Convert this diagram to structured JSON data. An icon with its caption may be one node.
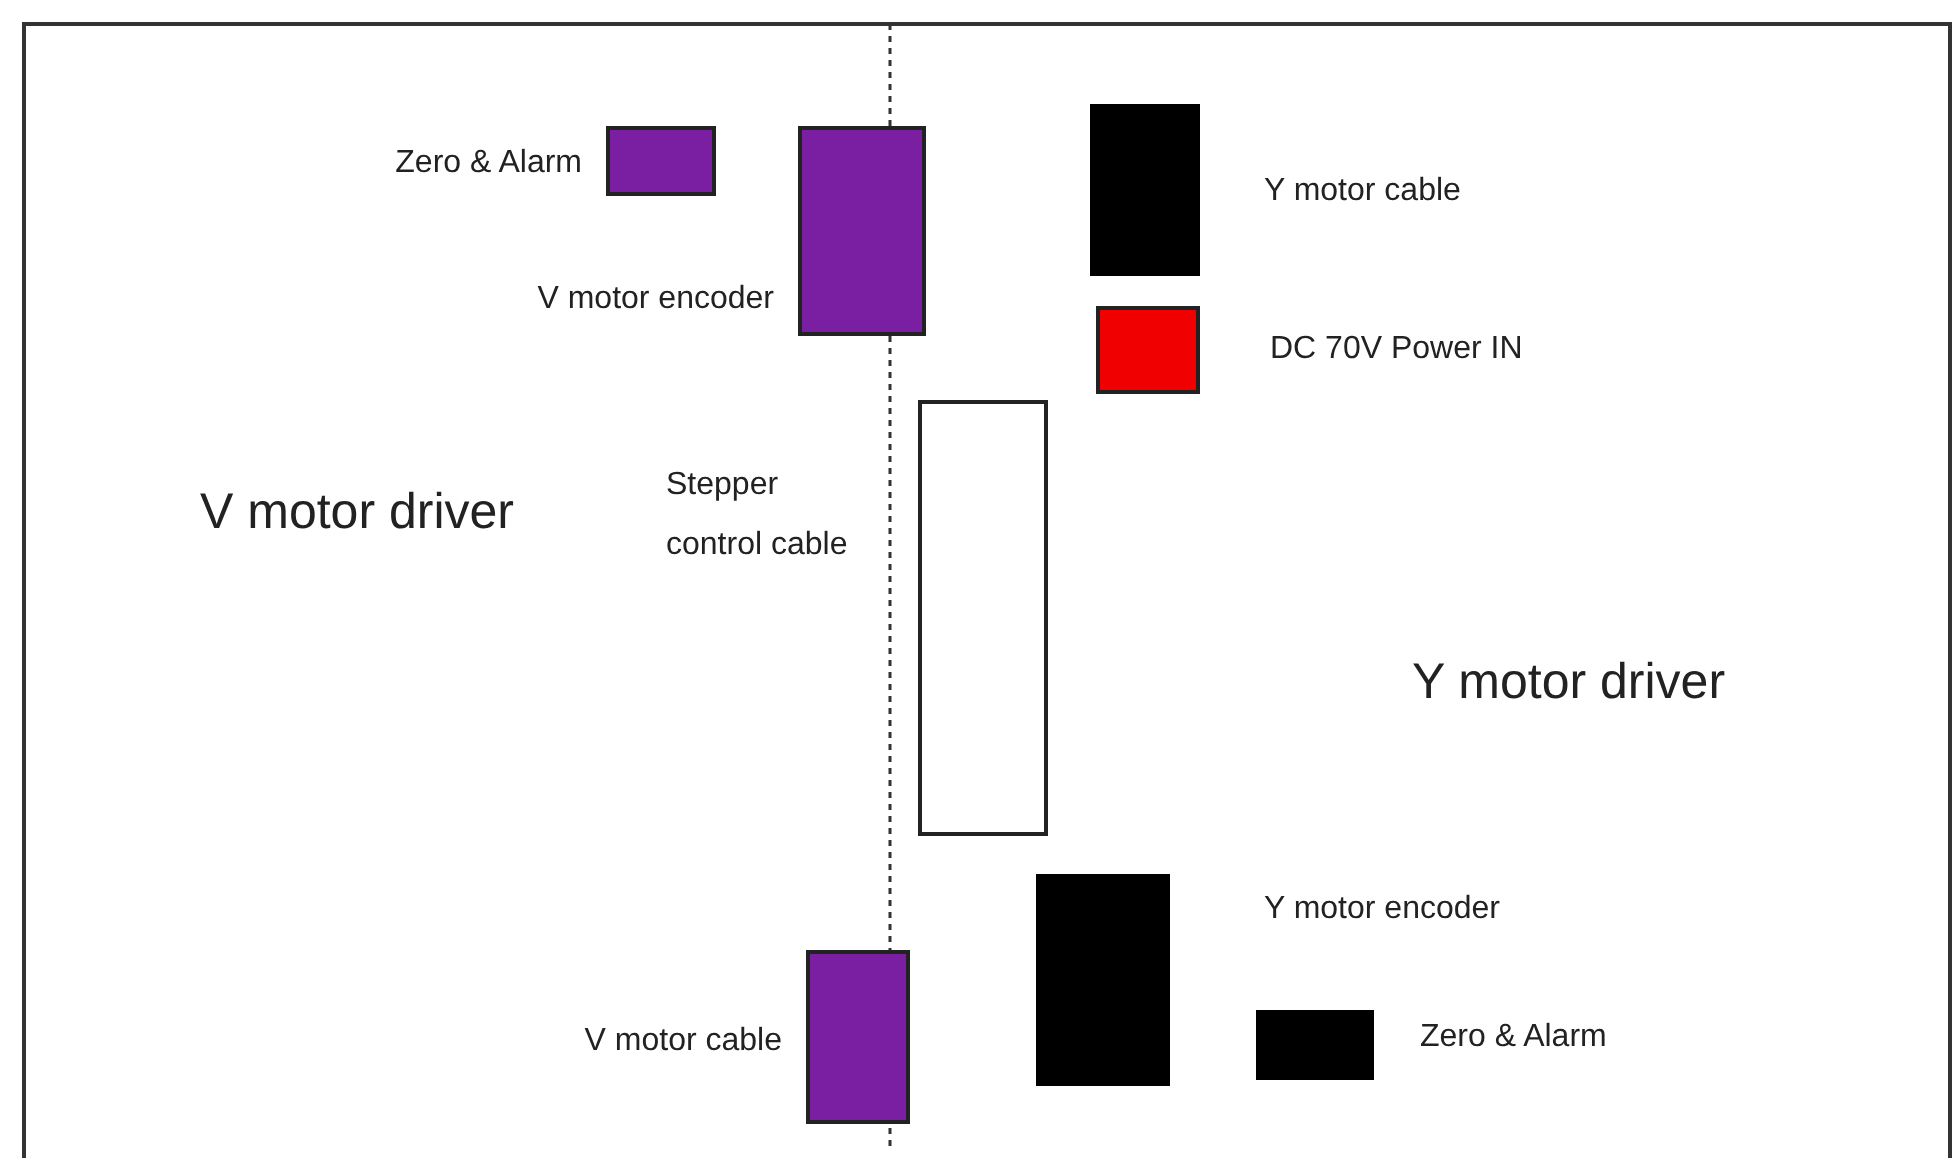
{
  "diagram": {
    "nodes": [
      {
        "text": [],
        "shape": "box",
        "beside": [
          "Zero & Alarm"
        ]
      },
      {
        "text": [],
        "shape": "box",
        "beside": [
          "V motor encoder"
        ]
      },
      {
        "text": [],
        "shape": "box",
        "beside": [
          "Y motor cable"
        ]
      },
      {
        "text": [],
        "shape": "box",
        "beside": [
          "DC 70V Power IN"
        ]
      },
      {
        "text": [],
        "shape": "box",
        "beside": [
          "Stepper control cable"
        ]
      },
      {
        "text": [],
        "shape": "box",
        "beside": [
          "Y motor encoder"
        ]
      },
      {
        "text": [],
        "shape": "box",
        "beside": [
          "Zero & Alarm"
        ]
      },
      {
        "text": [],
        "shape": "box",
        "beside": [
          "V motor cable"
        ]
      }
    ],
    "labels": [
      "V motor driver",
      "Y motor driver"
    ]
  }
}
